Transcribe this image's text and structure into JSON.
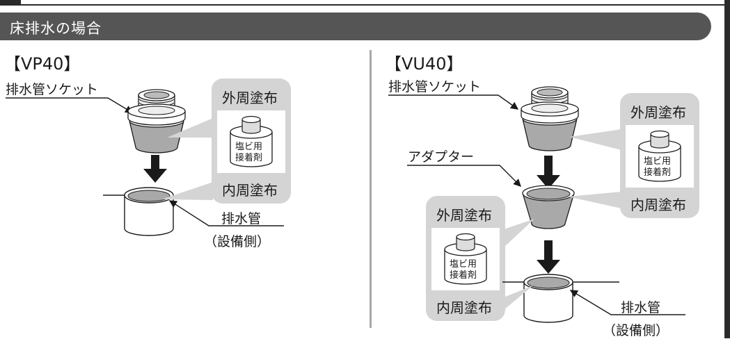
{
  "header": {
    "title": "床排水の場合"
  },
  "left": {
    "title": "【VP40】",
    "socket_label": "排水管ソケット",
    "outer_label": "外周塗布",
    "inner_label": "内周塗布",
    "glue_line1": "塩ビ用",
    "glue_line2": "接着剤",
    "pipe_label": "排水管",
    "pipe_sub": "（設備側）"
  },
  "right": {
    "title": "【VU40】",
    "socket_label": "排水管ソケット",
    "adapter_label": "アダプター",
    "upper_outer_label": "外周塗布",
    "upper_inner_label": "内周塗布",
    "lower_outer_label": "外周塗布",
    "lower_inner_label": "内周塗布",
    "glue_line1": "塩ビ用",
    "glue_line2": "接着剤",
    "pipe_label": "排水管",
    "pipe_sub": "（設備側）"
  }
}
